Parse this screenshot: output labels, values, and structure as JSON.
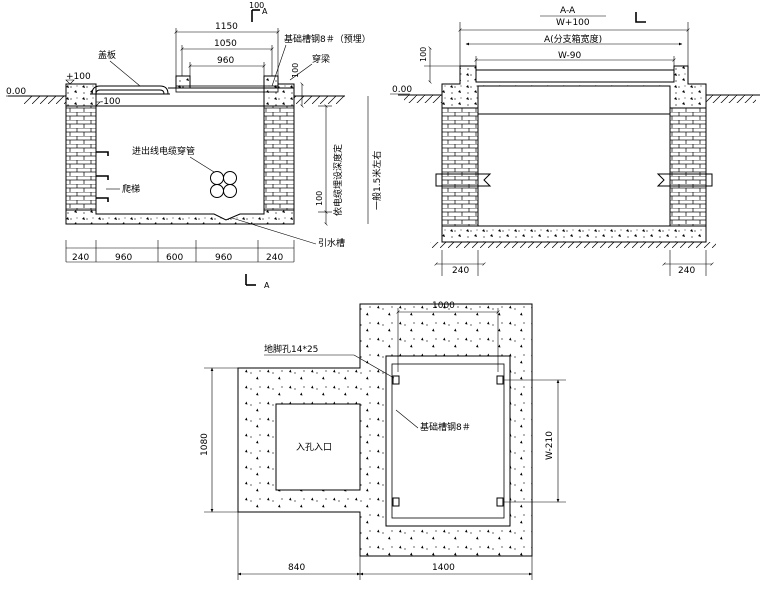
{
  "section_view": {
    "title_marker_top": "100",
    "section_letter_top": "A",
    "section_letter_bottom": "A",
    "level_ground": "0.00",
    "level_plus": "+100",
    "level_minus": "-100",
    "lbl_cover": "盖板",
    "lbl_channel": "基础槽钢8＃（预埋）",
    "lbl_beam": "穿梁",
    "lbl_cable_pipe": "进出线电缆穿管",
    "lbl_ladder": "爬梯",
    "lbl_drain": "引水槽",
    "lbl_depth_by_cable": "依电缆埋设深度定",
    "lbl_depth_general": "一般1.5米左右",
    "dim_1150": "1150",
    "dim_1050": "1050",
    "dim_960_top": "960",
    "dim_100_side": "100",
    "dim_100_drain": "100",
    "dims_bottom": [
      "240",
      "960",
      "600",
      "960",
      "240"
    ]
  },
  "aa_view": {
    "title": "A-A",
    "subtitle": "W+100",
    "dim_a": "A(分支箱宽度)",
    "dim_w90": "W-90",
    "dim_100": "100",
    "level_ground": "0.00",
    "dim_240_left": "240",
    "dim_240_right": "240"
  },
  "plan_view": {
    "dim_1000": "1000",
    "lbl_anchor_hole": "地脚孔14*25",
    "lbl_manhole": "入孔入口",
    "lbl_channel": "基础槽钢8＃",
    "dim_1080": "1080",
    "dim_w210": "W-210",
    "dim_840": "840",
    "dim_1400": "1400"
  }
}
